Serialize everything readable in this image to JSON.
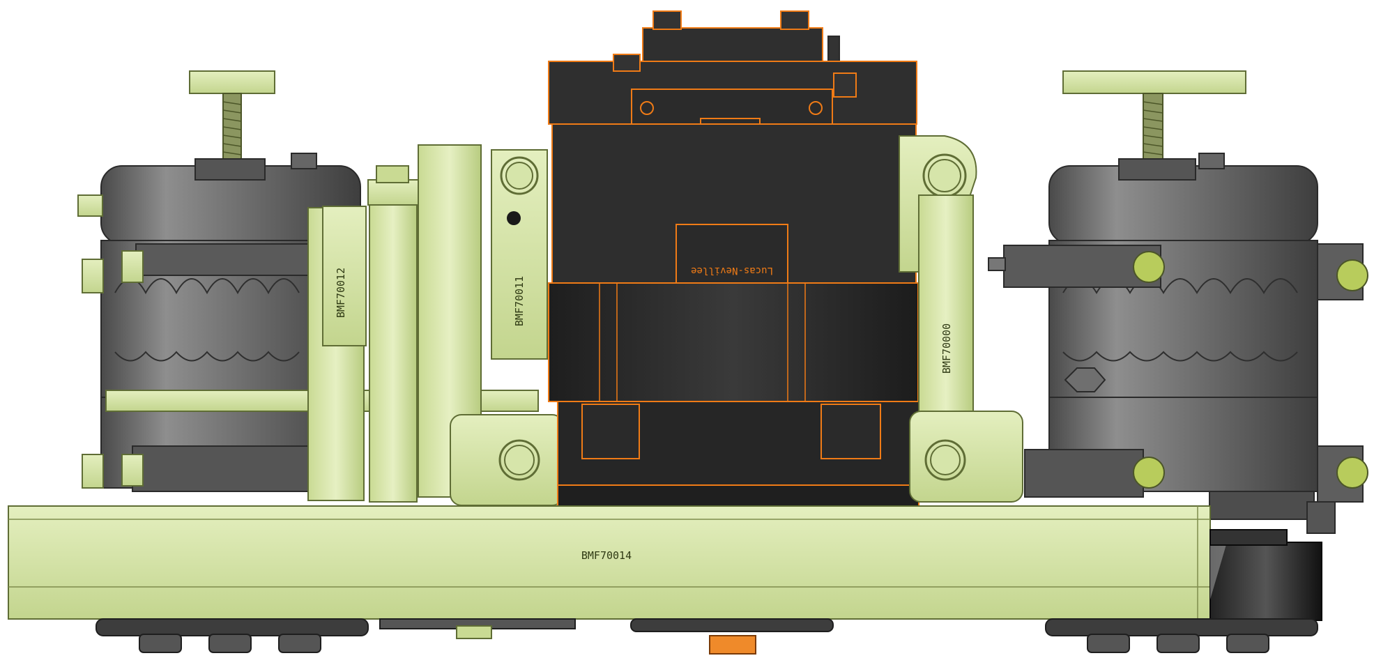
{
  "labels": {
    "bracket_left_outer": "BMF70012",
    "bracket_left_inner": "BMF70011",
    "bracket_right": "BMF70000",
    "base_plate": "BMF70014",
    "motor_badge": "Lucas-Nevillee"
  },
  "colors": {
    "green_fill": "#d3e2a5",
    "green_dark": "#a9bd6c",
    "green_stroke": "#5f6d35",
    "grey_fill": "#6b6b6b",
    "grey_light": "#8a8a8a",
    "grey_dark": "#3d3d3d",
    "motor_fill": "#2f2f2f",
    "motor_line": "#f07b16",
    "black": "#0b0b0b"
  }
}
